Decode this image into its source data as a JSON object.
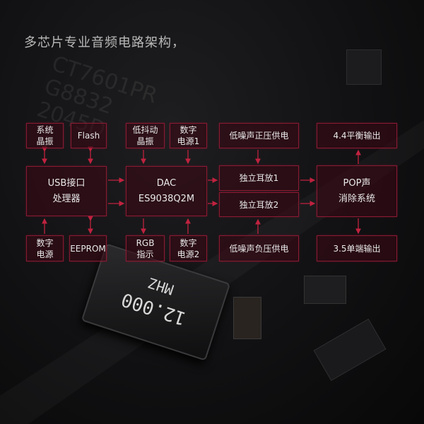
{
  "title": "多芯片专业音频电路架构，",
  "background": {
    "chip_marking": [
      "CT7601PR",
      "G8832",
      "2045D"
    ],
    "crystal_marking": [
      "12.000",
      "MHZ"
    ]
  },
  "colors": {
    "box_border": "#8a1a32",
    "arrow": "#c0223f",
    "text": "#e8e8e8"
  },
  "blocks": {
    "sys_crystal": "系统\n晶振",
    "flash": "Flash",
    "low_jitter_crystal": "低抖动\n晶振",
    "digital_power1": "数字\n电源1",
    "usb": "USB接口\n处理器",
    "dac": "DAC\nES9038Q2M",
    "digital_power": "数字\n电源",
    "eeprom": "EEPROM",
    "rgb": "RGB\n指示",
    "digital_power2": "数字\n电源2",
    "pos_supply": "低噪声正压供电",
    "amp1": "独立耳放1",
    "amp2": "独立耳放2",
    "neg_supply": "低噪声负压供电",
    "balanced_out": "4.4平衡输出",
    "pop": "POP声\n消除系统",
    "single_out": "3.5单端输出"
  }
}
